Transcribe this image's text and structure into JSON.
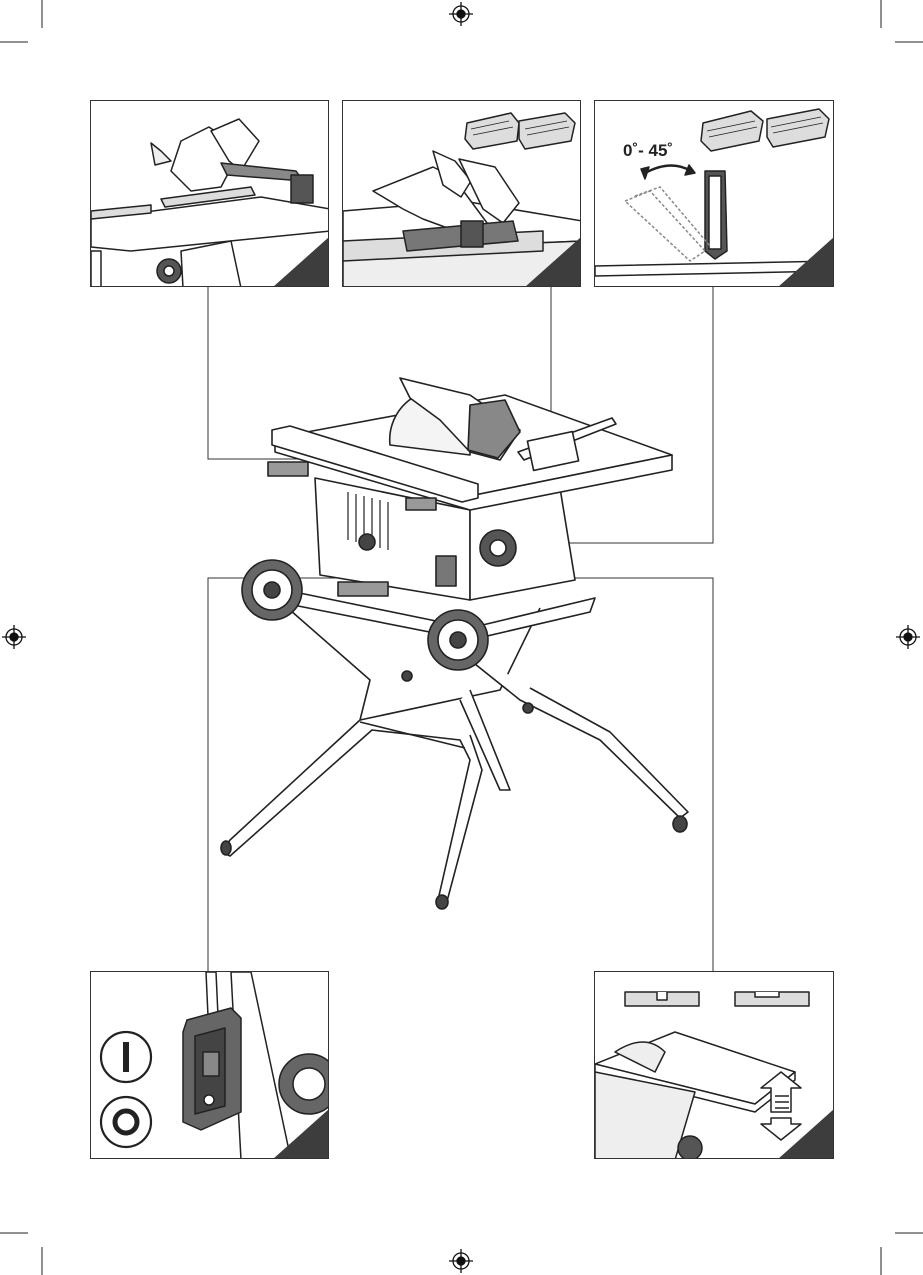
{
  "figure": {
    "bevel_angle_label": "0˚- 45˚",
    "switch_on_symbol": "I",
    "switch_off_symbol": "O"
  },
  "colors": {
    "line": "#333333",
    "corner_tab": "#3d3d3d",
    "wood_fill": "#d8d8d8",
    "dark_part": "#444444"
  },
  "icons": [
    "registration-mark-icon",
    "switch-on-icon",
    "switch-off-icon",
    "curved-arrow-icon",
    "up-down-arrow-icon"
  ]
}
